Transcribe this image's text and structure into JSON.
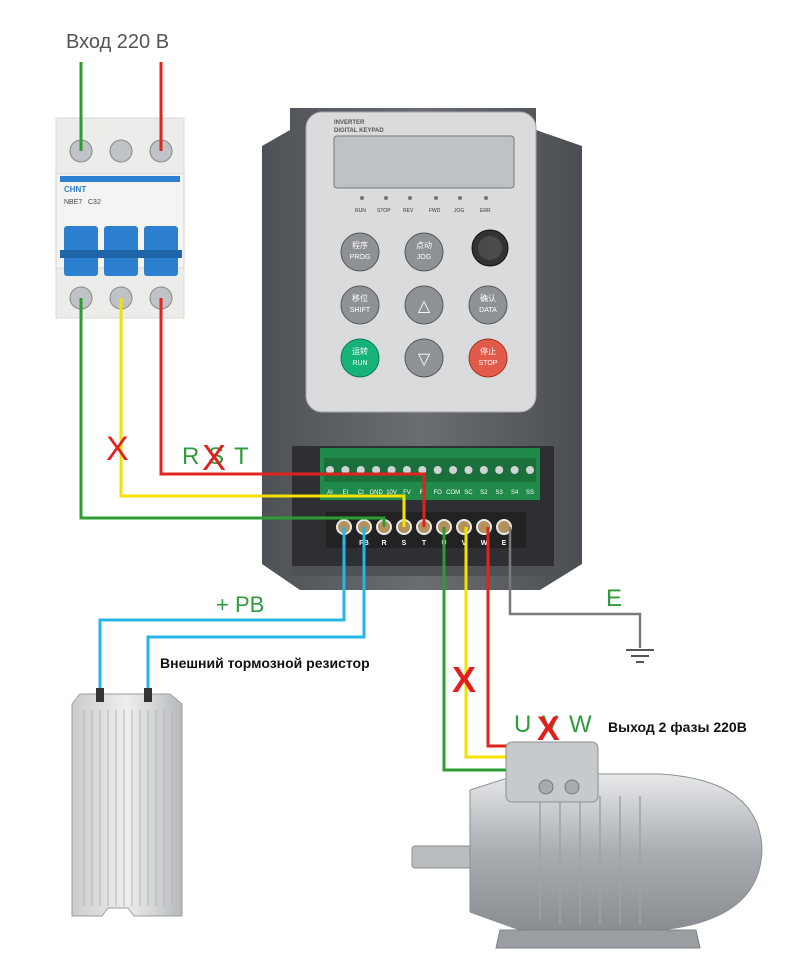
{
  "labels": {
    "input": "Вход 220 В",
    "rst_r": "R",
    "rst_s": "S",
    "rst_t": "T",
    "pb": "+ PB",
    "resistor": "Внешний тормозной резистор",
    "uvw_u": "U",
    "uvw_v": "V",
    "uvw_w": "W",
    "output": "Выход 2 фазы 220В",
    "earth": "E",
    "cross": "X"
  },
  "breaker": {
    "brand": "CHNT",
    "model": "NBE7",
    "rating": "C32"
  },
  "keypad": {
    "title_line1": "INVERTER",
    "title_line2": "DIGITAL KEYPAD",
    "leds": [
      "RUN",
      "STOP",
      "REV",
      "FWD",
      "JOG",
      "ERR"
    ],
    "buttons": [
      {
        "cn": "程序",
        "en": "PROG"
      },
      {
        "cn": "点动",
        "en": "JOG"
      },
      {
        "cn": "移位",
        "en": "SHIFT"
      },
      {
        "cn": "",
        "en": "△"
      },
      {
        "cn": "确认",
        "en": "DATA"
      },
      {
        "cn": "运转",
        "en": "RUN"
      },
      {
        "cn": "",
        "en": "▽"
      },
      {
        "cn": "停止",
        "en": "STOP"
      }
    ]
  },
  "control_terminals": [
    "AI",
    "EI",
    "CI",
    "GND",
    "10V",
    "FV",
    "FI",
    "FO",
    "COM",
    "SC",
    "S2",
    "S3",
    "S4",
    "SS"
  ],
  "power_terminals": [
    "+",
    "PB",
    "R",
    "S",
    "T",
    "U",
    "V",
    "W",
    "E"
  ],
  "colors": {
    "green_wire": "#2e9c32",
    "yellow_wire": "#f2e200",
    "red_wire": "#e0231c",
    "blue_wire": "#27b4e6",
    "gray_wire": "#7a7a7a",
    "green_text": "#2f9a3f",
    "cross_red": "#e31e1e",
    "inverter_body": "#5e6166",
    "breaker_blue": "#2d7fd0"
  }
}
